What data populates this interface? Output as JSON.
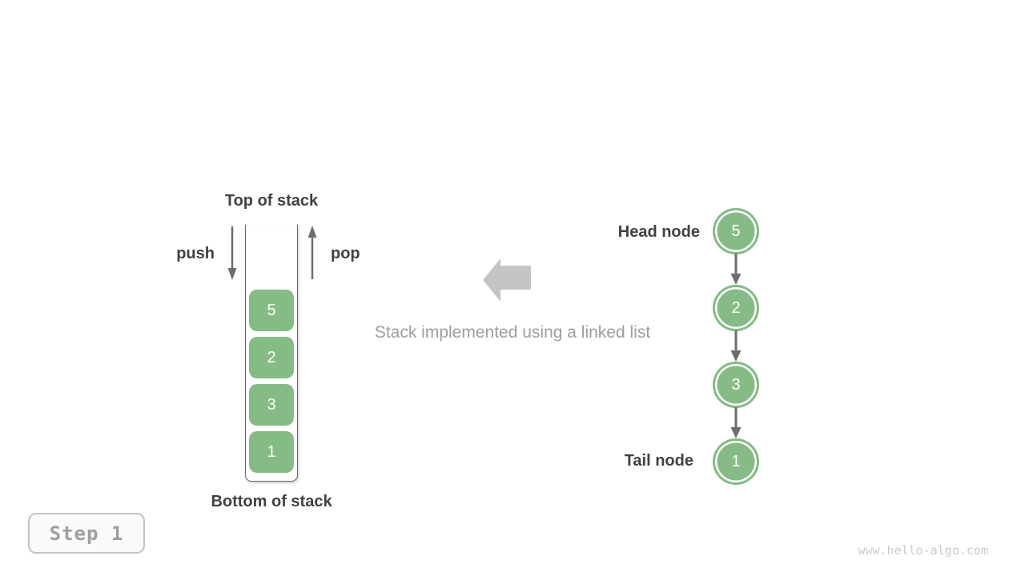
{
  "stack": {
    "top_label": "Top of stack",
    "bottom_label": "Bottom of stack",
    "push_label": "push",
    "pop_label": "pop",
    "boxes_top_to_bottom": [
      "5",
      "2",
      "3",
      "1"
    ]
  },
  "caption": "Stack implemented using a linked list",
  "linked_list": {
    "head_label": "Head node",
    "tail_label": "Tail node",
    "nodes_top_to_bottom": [
      "5",
      "2",
      "3",
      "1"
    ]
  },
  "footer": {
    "step_label": "Step 1",
    "watermark": "www.hello-algo.com"
  },
  "colors": {
    "node_green": "#85BB85",
    "text_dark": "#414141",
    "text_gray": "#9E9E9E",
    "thin_arrow_gray": "#6E6E6E",
    "block_arrow_gray": "#C4C4C4",
    "container_border": "#646464",
    "watermark_gray": "#CBCBCB",
    "background": "#FFFFFF"
  }
}
